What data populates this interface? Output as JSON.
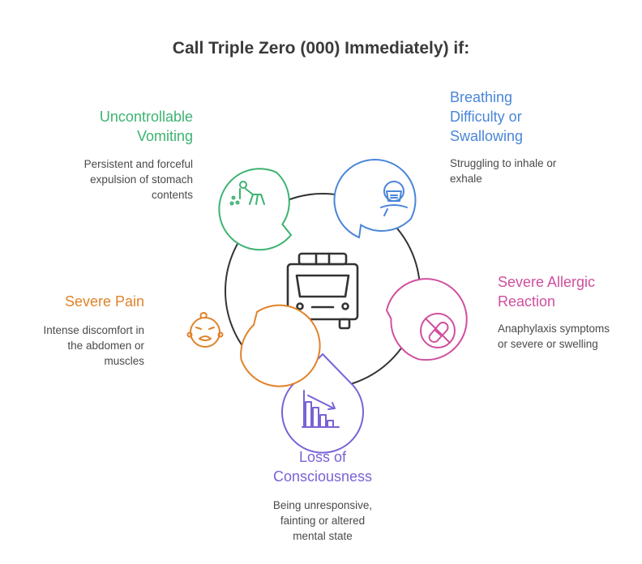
{
  "title": "Call Triple Zero (000) Immediately) if:",
  "center": {
    "icon": "ambulance-icon"
  },
  "items": [
    {
      "key": "vomiting",
      "heading": [
        "Uncontrollable",
        "Vomiting"
      ],
      "description": [
        "Persistent and forceful",
        "expulsion of stomach",
        "contents"
      ],
      "color": "#3cb371",
      "icon": "crawling-vomit-icon"
    },
    {
      "key": "breathing",
      "heading": [
        "Breathing",
        "Difficulty or",
        "Swallowing"
      ],
      "description": [
        "Struggling to inhale or",
        "exhale"
      ],
      "color": "#4a86d8",
      "icon": "face-mask-icon"
    },
    {
      "key": "allergic",
      "heading": [
        "Severe Allergic",
        "Reaction"
      ],
      "description": [
        "Anaphylaxis symptoms",
        "or severe or swelling"
      ],
      "color": "#d04f9e",
      "icon": "no-pills-icon"
    },
    {
      "key": "consciousness",
      "heading": [
        "Loss of",
        "Consciousness"
      ],
      "description": [
        "Being unresponsive,",
        "fainting or altered",
        "mental state"
      ],
      "color": "#7a62d6",
      "icon": "declining-bars-icon"
    },
    {
      "key": "pain",
      "heading": [
        "Severe Pain"
      ],
      "description": [
        "Intense discomfort in",
        "the abdomen or",
        "muscles"
      ],
      "color": "#e0832a",
      "icon": "crying-face-icon"
    }
  ]
}
